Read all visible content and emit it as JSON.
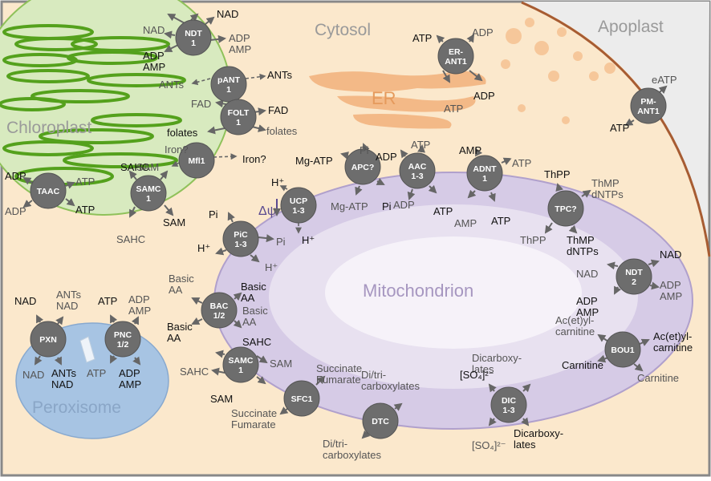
{
  "regions": {
    "cytosol": "Cytosol",
    "apoplast": "Apoplast",
    "chloroplast": "Chloroplast",
    "er": "ER",
    "mitochondrion": "Mitochondrion",
    "peroxisome": "Peroxisome",
    "delta_psi": "Δψ"
  },
  "colors": {
    "cytosol": "#fbe8cc",
    "apoplast": "#ececec",
    "chloroplast": "#d8eabf",
    "thylakoid": "#54a11c",
    "er": "#f3b987",
    "mitochondrion": "#d6cbe6",
    "peroxisome": "#a7c4e3",
    "transporter": "#6d6d6d",
    "cell_wall": "#a75c32"
  },
  "transporters": {
    "ndt1": [
      "NDT",
      "1"
    ],
    "pant1": [
      "pANT",
      "1"
    ],
    "folt1": [
      "FOLT",
      "1"
    ],
    "mfl1": [
      "Mfl1"
    ],
    "taac": [
      "TAAC"
    ],
    "samc_chl": [
      "SAMC",
      "1"
    ],
    "er_ant1": [
      "ER-",
      "ANT1"
    ],
    "pm_ant1": [
      "PM-",
      "ANT1"
    ],
    "ucp": [
      "UCP",
      "1-3"
    ],
    "apc": [
      "APC?"
    ],
    "aac": [
      "AAC",
      "1-3"
    ],
    "adnt1": [
      "ADNT",
      "1"
    ],
    "tpc": [
      "TPC?"
    ],
    "pic": [
      "PiC",
      "1-3"
    ],
    "ndt2": [
      "NDT",
      "2"
    ],
    "bac": [
      "BAC",
      "1/2"
    ],
    "bou1": [
      "BOU1"
    ],
    "samc_mit": [
      "SAMC",
      "1"
    ],
    "sfc1": [
      "SFC1"
    ],
    "dtc": [
      "DTC"
    ],
    "dic": [
      "DIC",
      "1-3"
    ],
    "pxn": [
      "PXN"
    ],
    "pnc": [
      "PNC",
      "1/2"
    ]
  },
  "substrates": {
    "ndt1_nad_out": "NAD",
    "ndt1_nad_in": "NAD",
    "ndt1_adp_out": [
      "ADP",
      "AMP"
    ],
    "ndt1_adp_in": [
      "ADP",
      "AMP"
    ],
    "pant1_ants_in": "ANTs",
    "pant1_ants_out": "ANTs",
    "folt1_fad_in": "FAD",
    "folt1_fad_out": "FAD",
    "folt1_fol_in": "folates",
    "folt1_fol_out": "folates",
    "mfl1_iron_in": "Iron?",
    "mfl1_iron_out": "Iron?",
    "taac_adp_in": "ADP",
    "taac_atp_in": "ATP",
    "taac_adp_out": "ADP",
    "taac_atp_out": "ATP",
    "samc_sahc_in": "SAHC",
    "samc_sam_in": "SAM",
    "samc_sam_out": "SAM",
    "samc_sahc_out": "SAHC",
    "er_atp_in": "ATP",
    "er_adp_in": "ADP",
    "er_adp_out": "ADP",
    "er_atp_out": "ATP",
    "pm_eatp": "eATP",
    "pm_atp": "ATP",
    "ucp_h_in": "H⁺",
    "ucp_h_out": "H⁺",
    "apc_mgatp_in": "Mg-ATP",
    "apc_pi_in": "Pi",
    "apc_pi_out": "Pi",
    "apc_mgatp_out": "Mg-ATP",
    "aac_adp_in": "ADP",
    "aac_atp_in": "ATP",
    "aac_atp_out": "ATP",
    "aac_adp_out": "ADP",
    "adnt_amp_in": "AMP",
    "adnt_atp_in": "ATP",
    "adnt_amp_out": "AMP",
    "adnt_atp_out": "ATP",
    "tpc_thpp_in": "ThPP",
    "tpc_thmp_in": [
      "ThMP",
      "dNTPs"
    ],
    "tpc_thpp_out": "ThPP",
    "tpc_thmp_out": [
      "ThMP",
      "dNTPs"
    ],
    "pic_pi_in": "Pi",
    "pic_h_in": "H⁺",
    "pic_pi_out": "Pi",
    "pic_h_out": "H⁺",
    "ndt2_nad_out": "NAD",
    "ndt2_nad_in": "NAD",
    "ndt2_adp_in": [
      "ADP",
      "AMP"
    ],
    "ndt2_adp_out": [
      "ADP",
      "AMP"
    ],
    "bac_in1": [
      "Basic",
      "AA"
    ],
    "bac_in2": [
      "Basic",
      "AA"
    ],
    "bac_out1": [
      "Basic",
      "AA"
    ],
    "bac_out2": [
      "Basic",
      "AA"
    ],
    "bou_ac_in": [
      "Ac(et)yl-",
      "carnitine"
    ],
    "bou_ac_out": [
      "Ac(et)yl-",
      "carnitine"
    ],
    "bou_car_in": "Carnitine",
    "bou_car_out": "Carnitine",
    "samc_m_sahc_in": "SAHC",
    "samc_m_sam_in": "SAM",
    "samc_m_sahc_out": "SAHC",
    "samc_m_sam_out": "SAM",
    "sfc_in": [
      "Succinate",
      "Fumarate"
    ],
    "sfc_out": [
      "Succinate",
      "Fumarate"
    ],
    "dtc_in": [
      "Di/tri-",
      "carboxylates"
    ],
    "dtc_out": [
      "Di/tri-",
      "carboxylates"
    ],
    "dic_dc_in": [
      "Dicarboxy-",
      "lates"
    ],
    "dic_dc_out": [
      "Dicarboxy-",
      "lates"
    ],
    "dic_so4_in": "[SO₄]²⁻",
    "dic_so4_out": "[SO₄]²⁻",
    "pxn_nad_in": "NAD",
    "pxn_ants_nad": [
      "ANTs",
      "NAD"
    ],
    "pxn_nad_out": "NAD",
    "pxn_ants_nad_out": [
      "ANTs",
      "NAD"
    ],
    "pnc_atp_in": "ATP",
    "pnc_adp_in": [
      "ADP",
      "AMP"
    ],
    "pnc_atp_out": "ATP",
    "pnc_adp_out": [
      "ADP",
      "AMP"
    ]
  }
}
